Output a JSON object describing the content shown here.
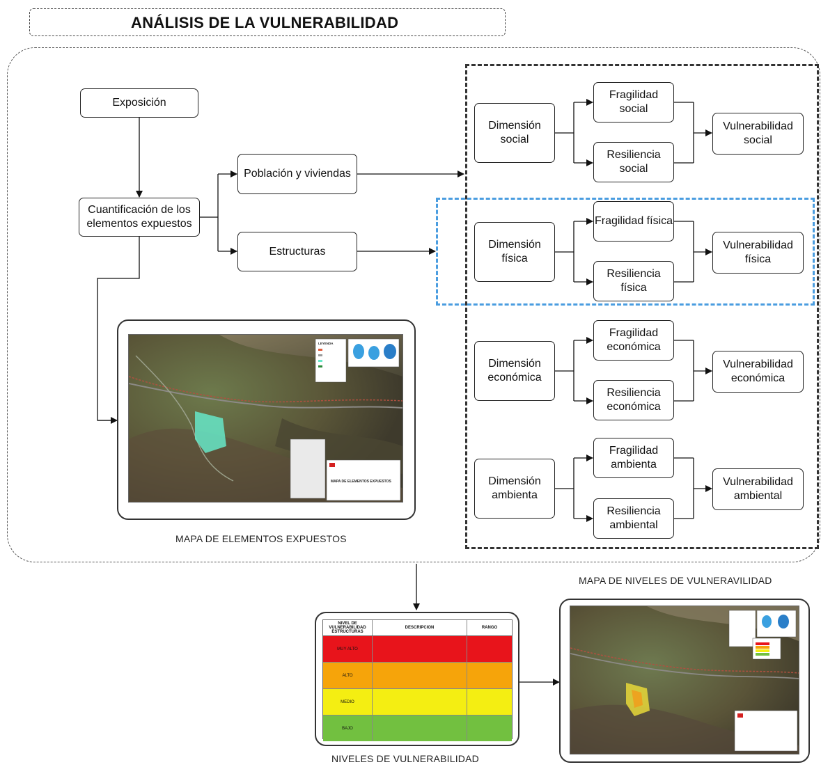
{
  "title": "ANÁLISIS DE LA VULNERABILIDAD",
  "nodes": {
    "exposicion": "Exposición",
    "cuantificacion": "Cuantificación de los elementos expuestos",
    "poblacion": "Población y viviendas",
    "estructuras": "Estructuras",
    "dim_social": "Dimensión social",
    "frag_social": "Fragilidad social",
    "resil_social": "Resiliencia social",
    "vuln_social": "Vulnerabilidad social",
    "dim_fisica": "Dimensión física",
    "frag_fisica": "Fragilidad física",
    "resil_fisica": "Resiliencia física",
    "vuln_fisica": "Vulnerabilidad física",
    "dim_economica": "Dimensión económica",
    "frag_economica": "Fragilidad económica",
    "resil_economica": "Resiliencia económica",
    "vuln_economica": "Vulnerabilidad económica",
    "dim_ambienta": "Dimensión ambienta",
    "frag_ambienta": "Fragilidad ambienta",
    "resil_ambiental": "Resiliencia ambiental",
    "vuln_ambiental": "Vulnerabilidad ambiental"
  },
  "captions": {
    "mapa_elementos": "MAPA DE ELEMENTOS EXPUESTOS",
    "mapa_niveles": "MAPA DE NIVELES DE VULNERAVILIDAD",
    "niveles": "NIVELES DE VULNERABILIDAD"
  },
  "map_labels": {
    "map1_title": "MAPA DE ELEMENTOS EXPUESTOS",
    "legend": "LEYENDA"
  },
  "vuln_table": {
    "headers": [
      "NIVEL DE VULNERABILIDAD ESTRUCTURAS",
      "DESCRIPCION",
      "RANGO"
    ],
    "rows": [
      {
        "level": "MUY ALTO",
        "color": "#e8141b"
      },
      {
        "level": "ALTO",
        "color": "#f6a40a"
      },
      {
        "level": "MEDIO",
        "color": "#f4ee12"
      },
      {
        "level": "BAJO",
        "color": "#72c040"
      }
    ]
  }
}
